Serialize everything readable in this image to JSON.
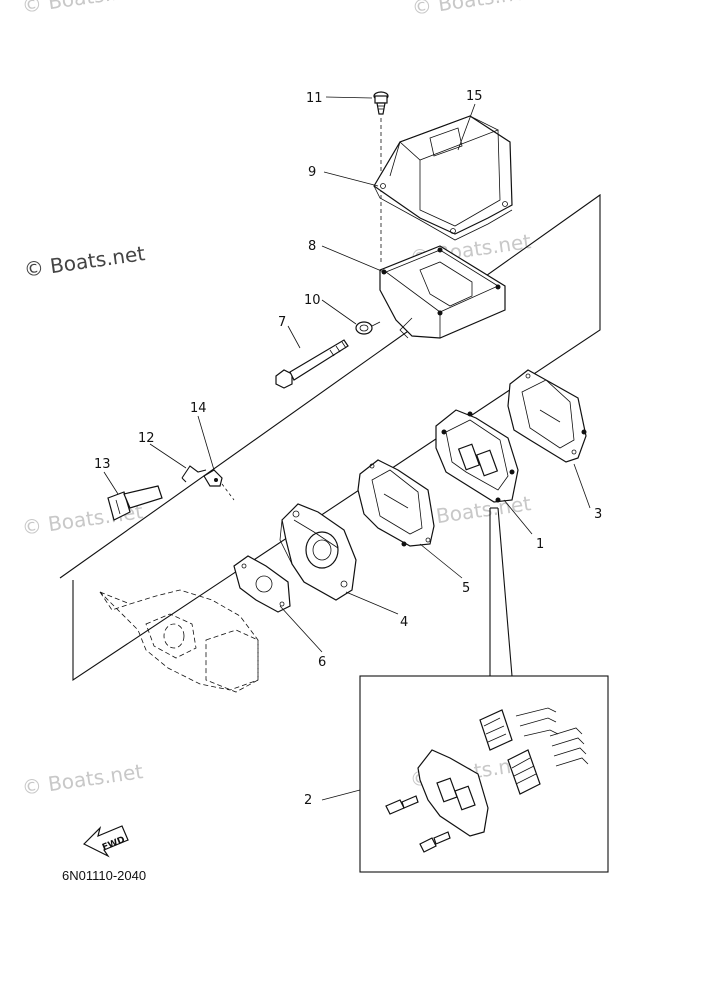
{
  "watermark": "© Boats.net",
  "diagram_code": "6N01110-2040",
  "fwd_label": "FWD",
  "callouts": {
    "p1": "1",
    "p2": "2",
    "p3": "3",
    "p4": "4",
    "p5": "5",
    "p6": "6",
    "p7": "7",
    "p8": "8",
    "p9": "9",
    "p10": "10",
    "p11": "11",
    "p12": "12",
    "p13": "13",
    "p14": "14",
    "p15": "15"
  }
}
